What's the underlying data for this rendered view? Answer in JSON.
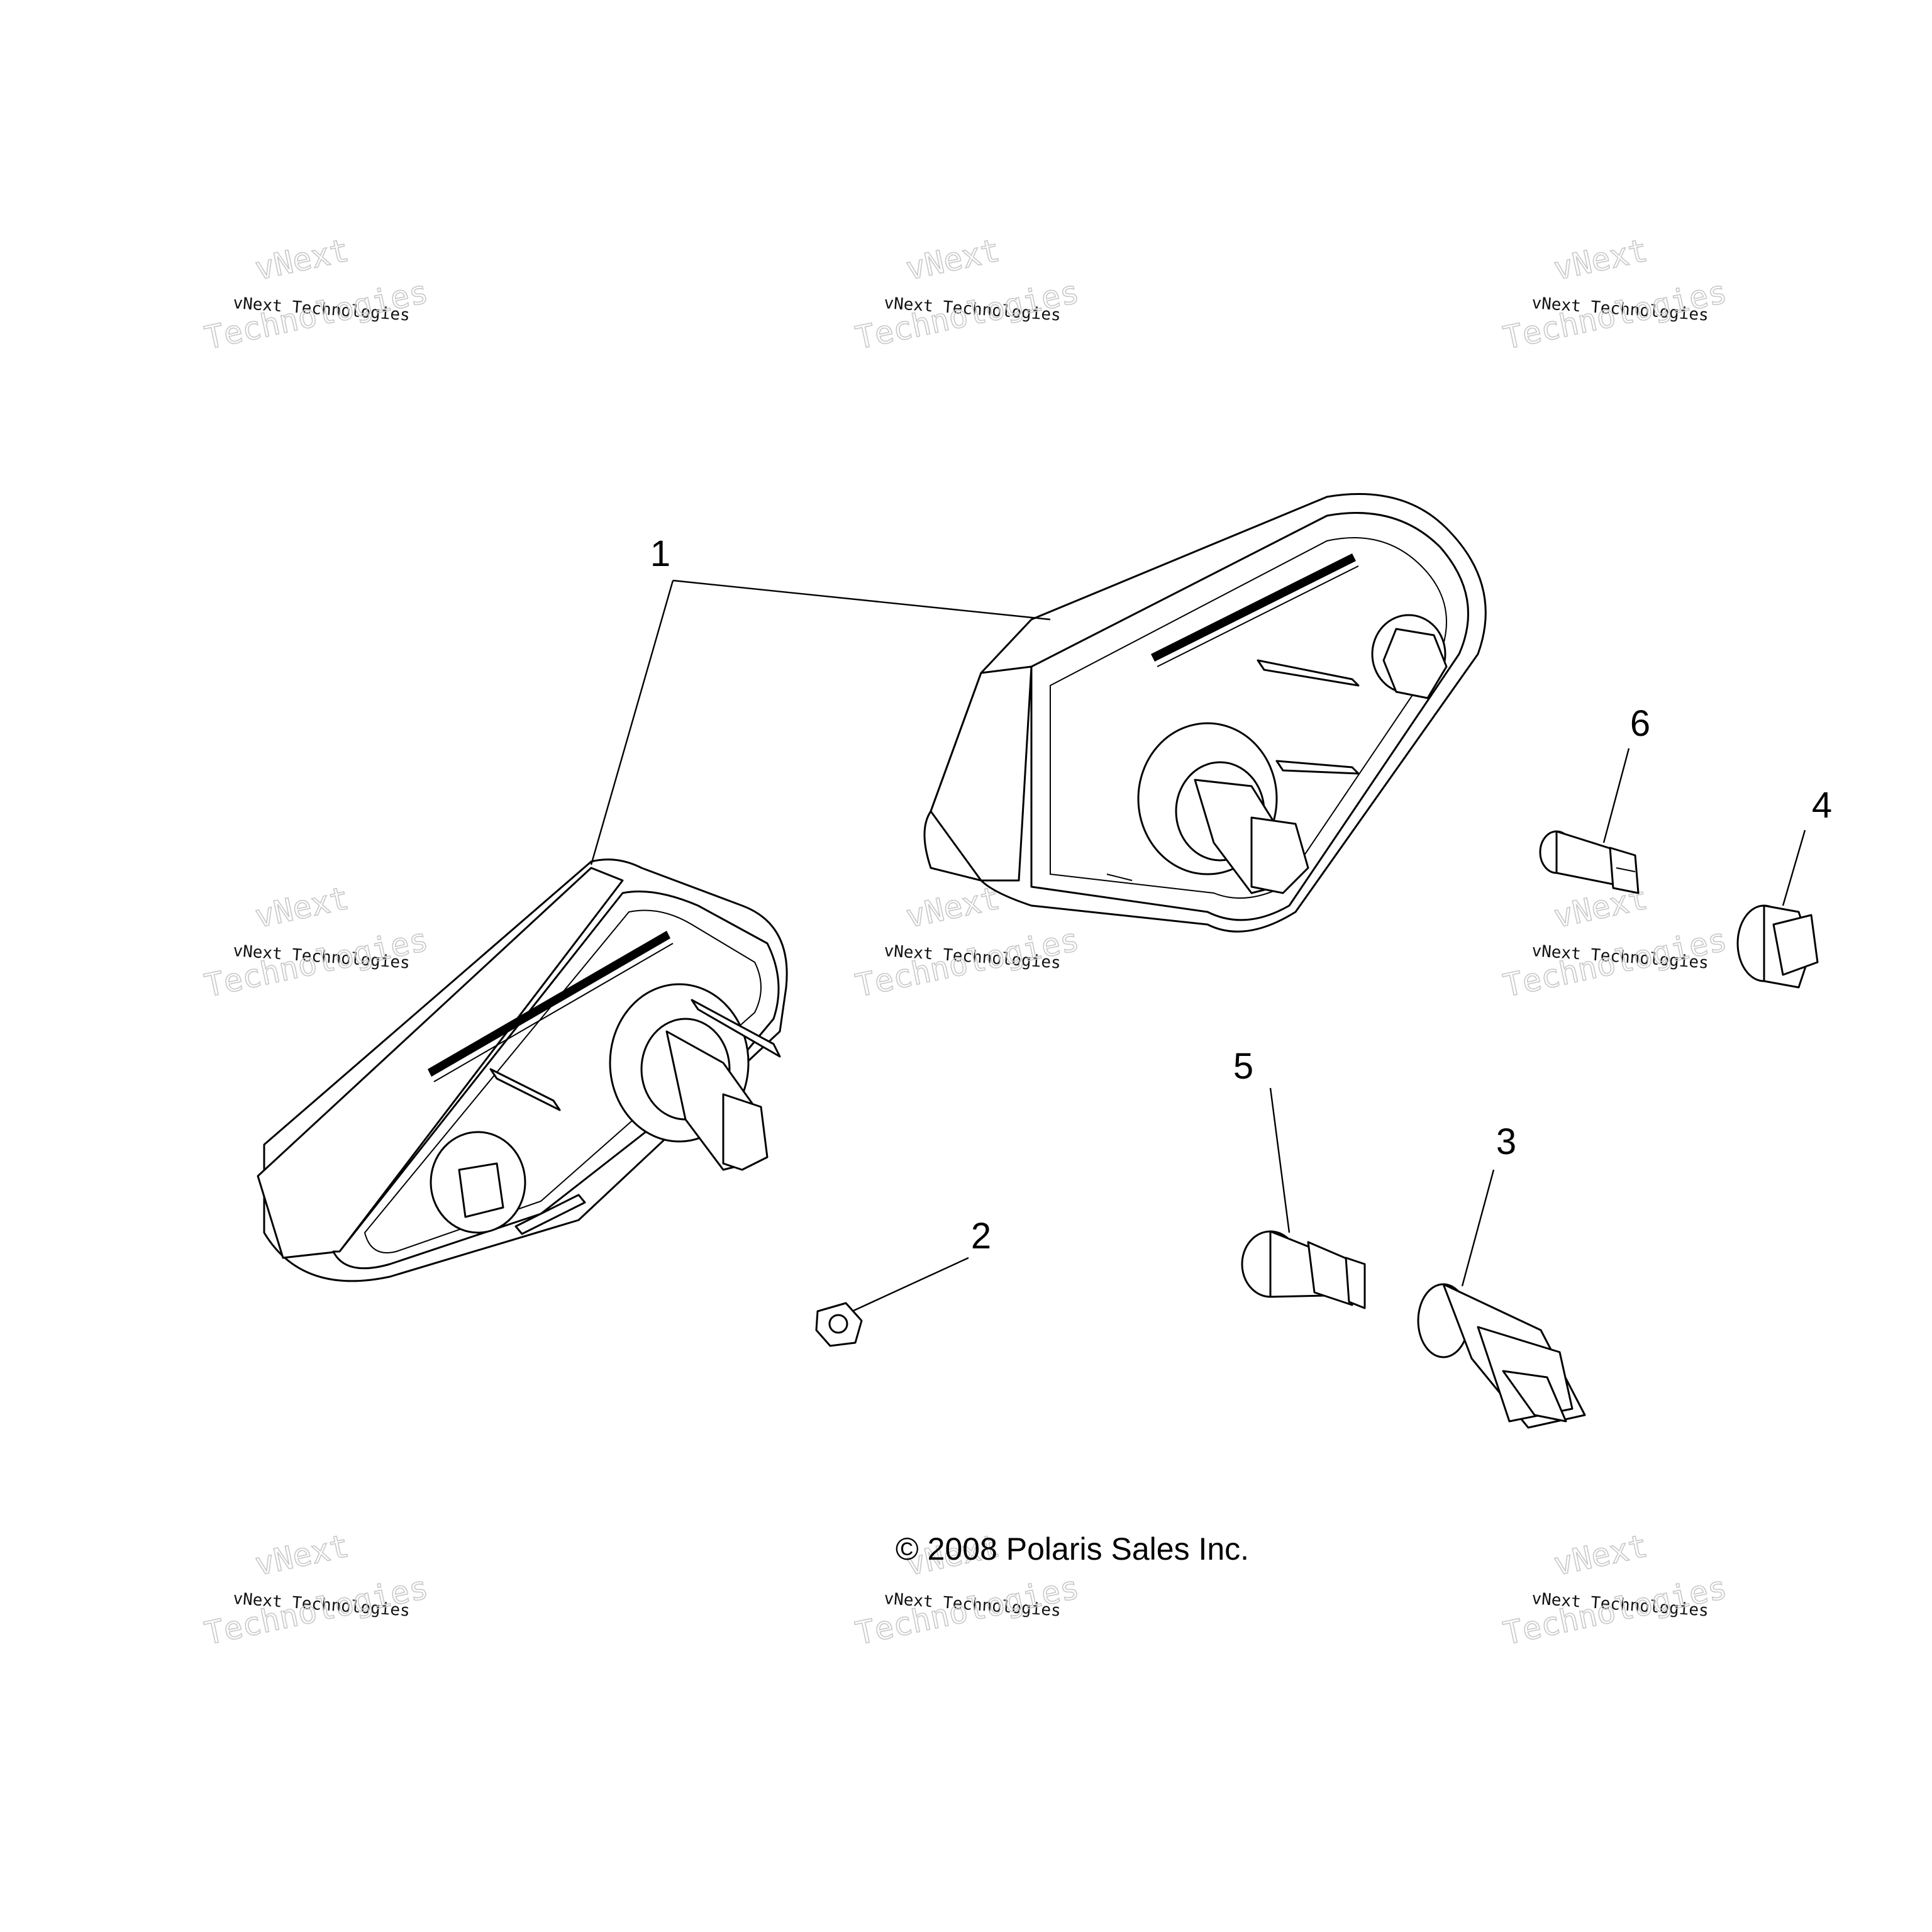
{
  "callouts": [
    "1",
    "2",
    "3",
    "4",
    "5",
    "6"
  ],
  "copyright": "© 2008 Polaris Sales Inc.",
  "watermark": {
    "line1": "vNext",
    "line2": "vNext Technologies",
    "line3": "Technologies"
  }
}
